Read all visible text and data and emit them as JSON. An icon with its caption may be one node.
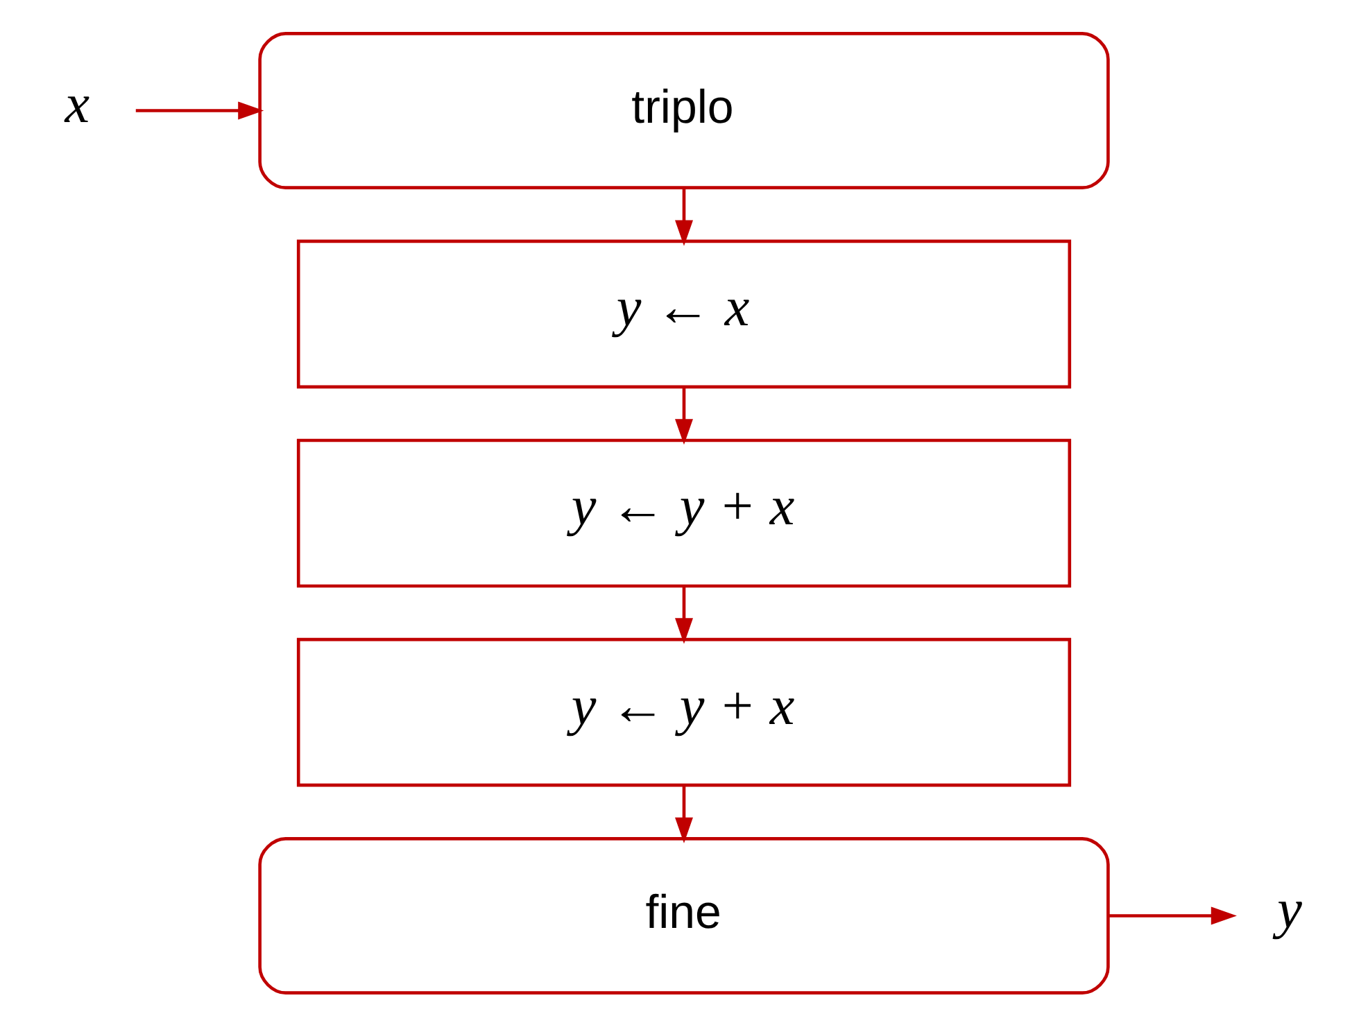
{
  "diagram": {
    "nodes": [
      {
        "text": [
          "x"
        ]
      },
      {
        "text": [
          "triplo"
        ]
      },
      {
        "text": [
          "y ← x"
        ]
      },
      {
        "text": [
          "y ← y + x"
        ]
      },
      {
        "text": [
          "y ← y + x"
        ]
      },
      {
        "text": [
          "fine"
        ]
      },
      {
        "text": [
          "y"
        ]
      }
    ],
    "edges": [
      {
        "from": 0,
        "to": 1,
        "arrow": "to"
      },
      {
        "from": 1,
        "to": 2,
        "arrow": "to"
      },
      {
        "from": 2,
        "to": 3,
        "arrow": "to"
      },
      {
        "from": 3,
        "to": 4,
        "arrow": "to"
      },
      {
        "from": 4,
        "to": 5,
        "arrow": "to"
      },
      {
        "from": 5,
        "to": 6,
        "arrow": "to"
      }
    ]
  }
}
